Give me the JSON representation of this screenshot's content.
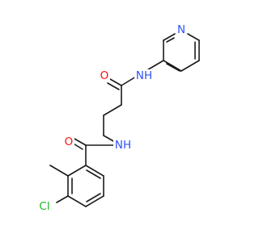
{
  "colors": {
    "background": "#ffffff",
    "bond": "#1a1a1a",
    "oxygen": "#ff0d0d",
    "nitrogen": "#3050f8",
    "chlorine": "#1fb81f"
  },
  "atoms": {
    "amide_oxygen_upper": {
      "text": "O",
      "element": "oxygen"
    },
    "amide_nitrogen_upper": {
      "text": "NH",
      "element": "nitrogen"
    },
    "pyridine_nitrogen": {
      "text": "N",
      "element": "nitrogen"
    },
    "amide_oxygen_lower": {
      "text": "O",
      "element": "oxygen"
    },
    "amide_nitrogen_lower": {
      "text": "NH",
      "element": "nitrogen"
    },
    "chlorine": {
      "text": "Cl",
      "element": "chlorine"
    }
  }
}
